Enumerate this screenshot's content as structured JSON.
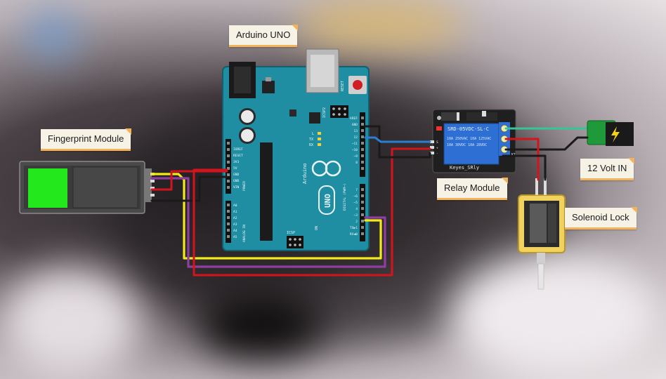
{
  "labels": {
    "arduino": "Arduino UNO",
    "fingerprint": "Fingerprint Module",
    "relay": "Relay Module",
    "solenoid": "Solenoid Lock",
    "power": "12 Volt IN"
  },
  "arduino_board": {
    "pin_aref": "AREF",
    "pin_gnd": "GND",
    "pin_13": "13",
    "pin_12": "12",
    "pin_11": "~11",
    "pin_10": "~10",
    "pin_9": "~9",
    "pin_8": "8",
    "pin_7": "7",
    "pin_6": "~6",
    "pin_5": "~5",
    "pin_4": "4",
    "pin_3": "~3",
    "pin_2": "2",
    "pin_tx": "TX▶1",
    "pin_rx": "RX◀0",
    "header_digital": "DIGITAL (PWM~)",
    "pin_ioref": "IOREF",
    "pin_reset": "RESET",
    "pin_3v3": "3V3",
    "pin_5v": "5V",
    "pin_gnd2": "GND",
    "pin_gnd3": "GND",
    "pin_vin": "VIN",
    "header_power": "POWER",
    "header_analog": "ANALOG IN",
    "pin_a0": "A0",
    "pin_a1": "A1",
    "pin_a2": "A2",
    "pin_a3": "A3",
    "pin_a4": "A4",
    "pin_a5": "A5",
    "brand": "Arduino",
    "model": "UNO",
    "icsp": "ICSP",
    "icsp2": "ICSP2",
    "reset": "RESET",
    "led_l": "L",
    "led_tx": "TX",
    "led_rx": "RX",
    "on": "ON"
  },
  "relay_board": {
    "relay_text_1": "SRD-05VDC-SL-C",
    "relay_text_2": "10A 250VAC 10A 125VAC",
    "relay_text_3": "10A 30VDC 10A 28VDC",
    "maker": "Keyes_SRly",
    "pin_s": "S",
    "pin_plus": "+",
    "pin_minus": "-",
    "pin_k1": "K1"
  },
  "colors": {
    "board_teal": "#1f8ea3",
    "wire_red": "#d4141c",
    "wire_black": "#1a1a1a",
    "wire_yellow": "#f2ea1c",
    "wire_purple": "#8e3fa0",
    "wire_blue": "#2a7fd4",
    "wire_green": "#36c59a",
    "label_accent": "#f2b35a",
    "sensor_green": "#22e81c"
  }
}
